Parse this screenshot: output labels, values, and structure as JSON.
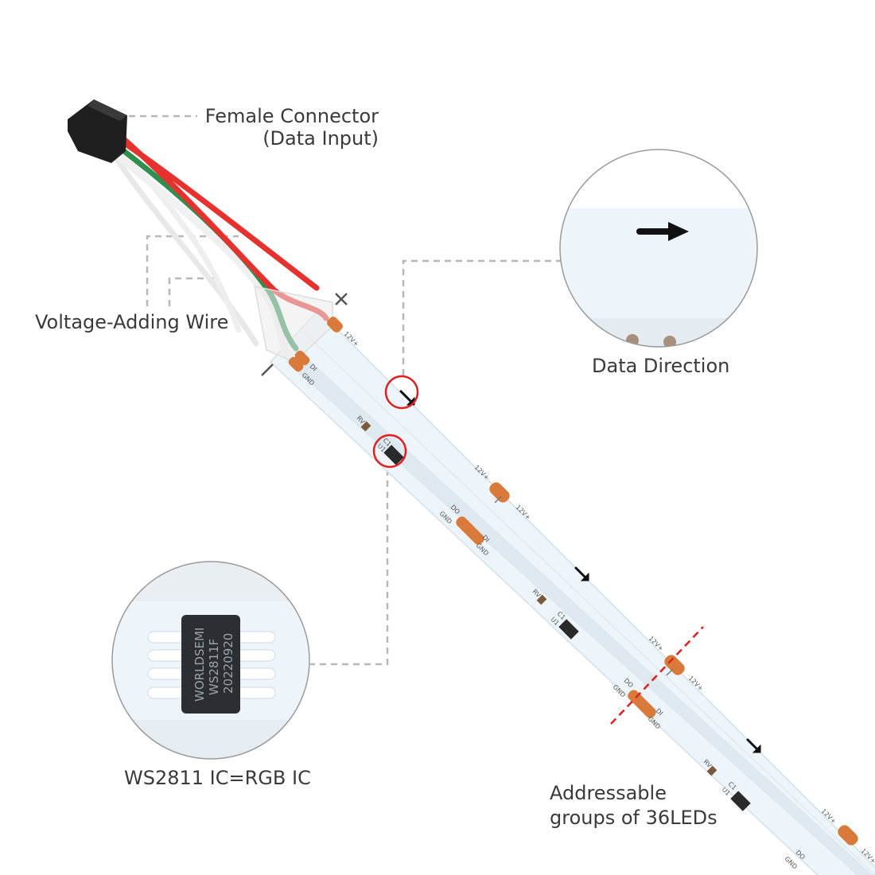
{
  "labels": {
    "female_connector_line1": "Female Connector",
    "female_connector_line2": "(Data Input)",
    "voltage_wire": "Voltage-Adding Wire",
    "data_direction": "Data Direction",
    "ic_label": "WS2811 IC=RGB IC",
    "groups_line1": "Addressable",
    "groups_line2": "groups of 36LEDs"
  },
  "pad_text": {
    "v12": "12V+",
    "gnd": "GND",
    "di": "DI",
    "do": "DO",
    "rv": "RV",
    "c1": "C1",
    "u1": "U1"
  },
  "chip_marking": [
    "WORLDSEMI",
    "WS2811F",
    "20220920"
  ],
  "colors": {
    "strip": "#eef5fa",
    "pad": "#d97a3a",
    "wire_red": "#e5322e",
    "wire_green": "#2f8f4f",
    "wire_white": "#f2f2f2",
    "cut_line": "#e02020",
    "callout_line": "#b5b5b5"
  }
}
